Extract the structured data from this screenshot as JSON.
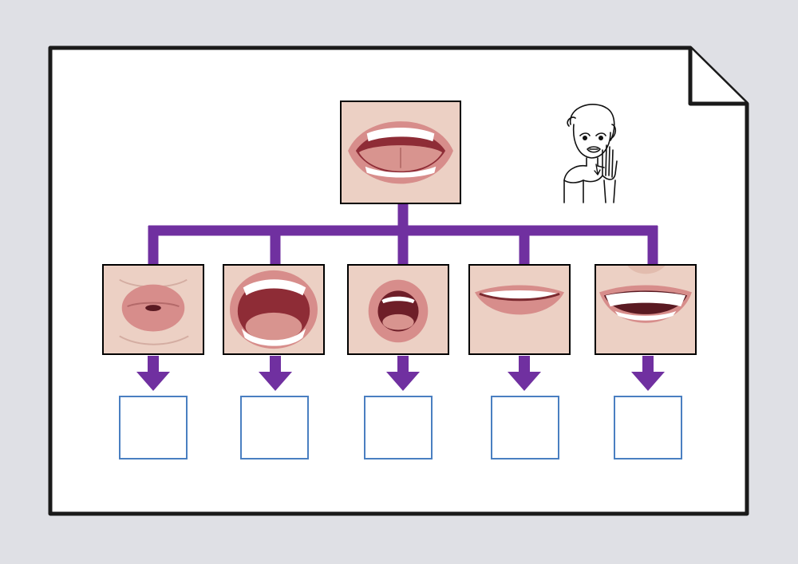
{
  "colors": {
    "background": "#dfe0e5",
    "page": "#ffffff",
    "page_border": "#1a1a1a",
    "connector": "#7030a0",
    "answer_box_border": "#4a7fc1",
    "skin": "#e9c9bd",
    "lips": "#d78d8b",
    "teeth": "#ffffff",
    "mouth_interior": "#8e2c36"
  },
  "page": {
    "corner": "folded-top-right"
  },
  "top_photo": {
    "subject": "open-mouth-tongue-visible"
  },
  "signer_illustration": {
    "icon": "sign-language-signer-icon"
  },
  "mouth_photos": [
    {
      "subject": "pursed-lips"
    },
    {
      "subject": "wide-open-mouth"
    },
    {
      "subject": "rounded-open-mouth"
    },
    {
      "subject": "closed-smile"
    },
    {
      "subject": "toothy-smile"
    }
  ],
  "answer_boxes": [
    {
      "value": ""
    },
    {
      "value": ""
    },
    {
      "value": ""
    },
    {
      "value": ""
    },
    {
      "value": ""
    }
  ]
}
